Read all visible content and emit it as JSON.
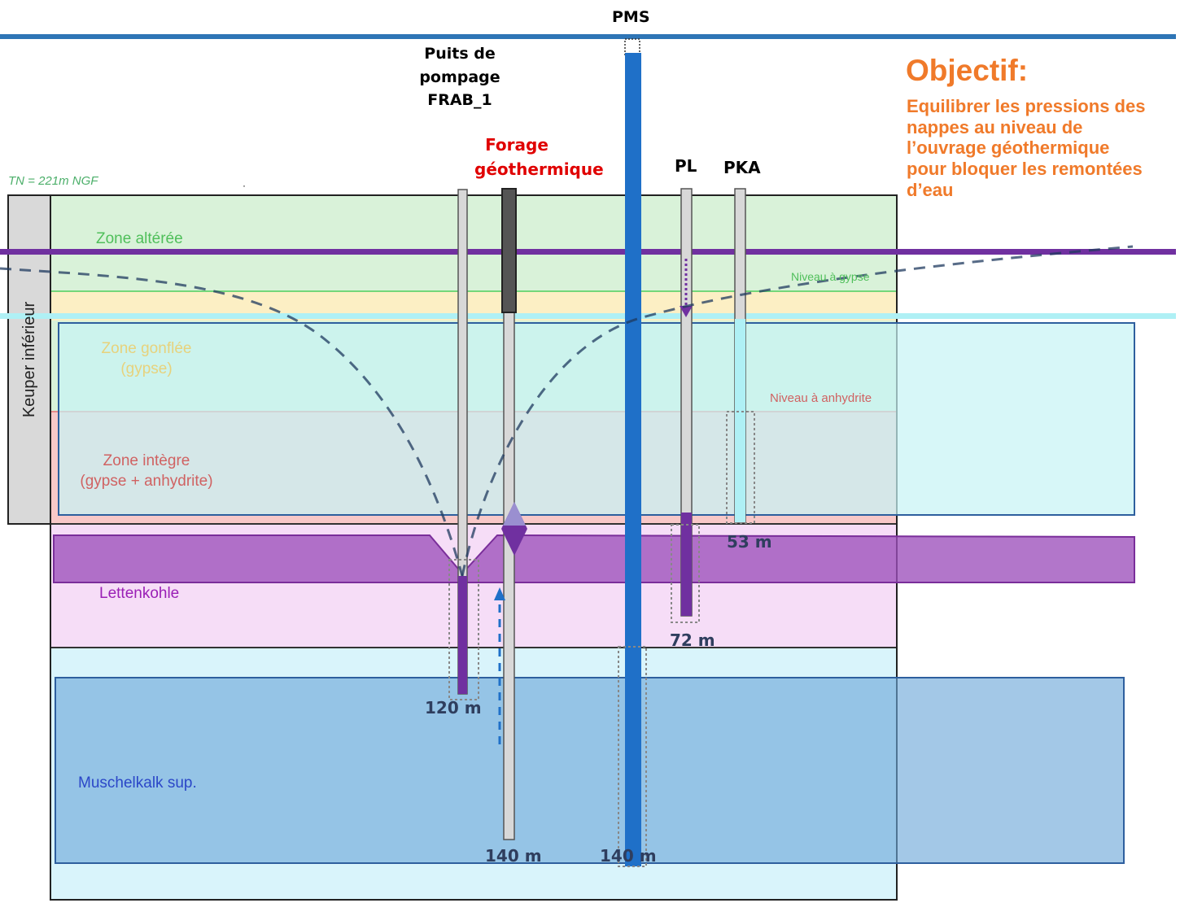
{
  "top_label": "PMS",
  "wells": {
    "frab": "Puits de\npompage\nFRAB_1",
    "forage": "Forage\ngéothermique",
    "pl": "PL",
    "pka": "PKA"
  },
  "tn": "TN = 221m NGF",
  "side_column": "Keuper inférieur",
  "layers": {
    "altered": "Zone altérée",
    "gypsum_level": "Niveau à gypse",
    "swollen": "Zone gonflée\n(gypse)",
    "anhydrite_level": "Niveau à anhydrite",
    "intact": "Zone intègre\n(gypse + anhydrite)",
    "lettenkohle": "Lettenkohle",
    "muschelkalk": "Muschelkalk sup."
  },
  "depths": {
    "pka": "53 m",
    "pl": "72 m",
    "frab": "120 m",
    "forage": "140 m",
    "pms": "140 m"
  },
  "objective": {
    "title": "Objectif:",
    "text": "Equilibrer les pressions des\nnappes au niveau de\nl’ouvrage géothermique\npour bloquer les remontées\nd’eau"
  },
  "colors": {
    "title_blue": "#2e75b6",
    "red_label": "#e00000",
    "orange": "#f07a2a",
    "purple_line": "#7030a0",
    "cyan_line": "#aff0f5",
    "pms_blue": "#1f70c8"
  }
}
